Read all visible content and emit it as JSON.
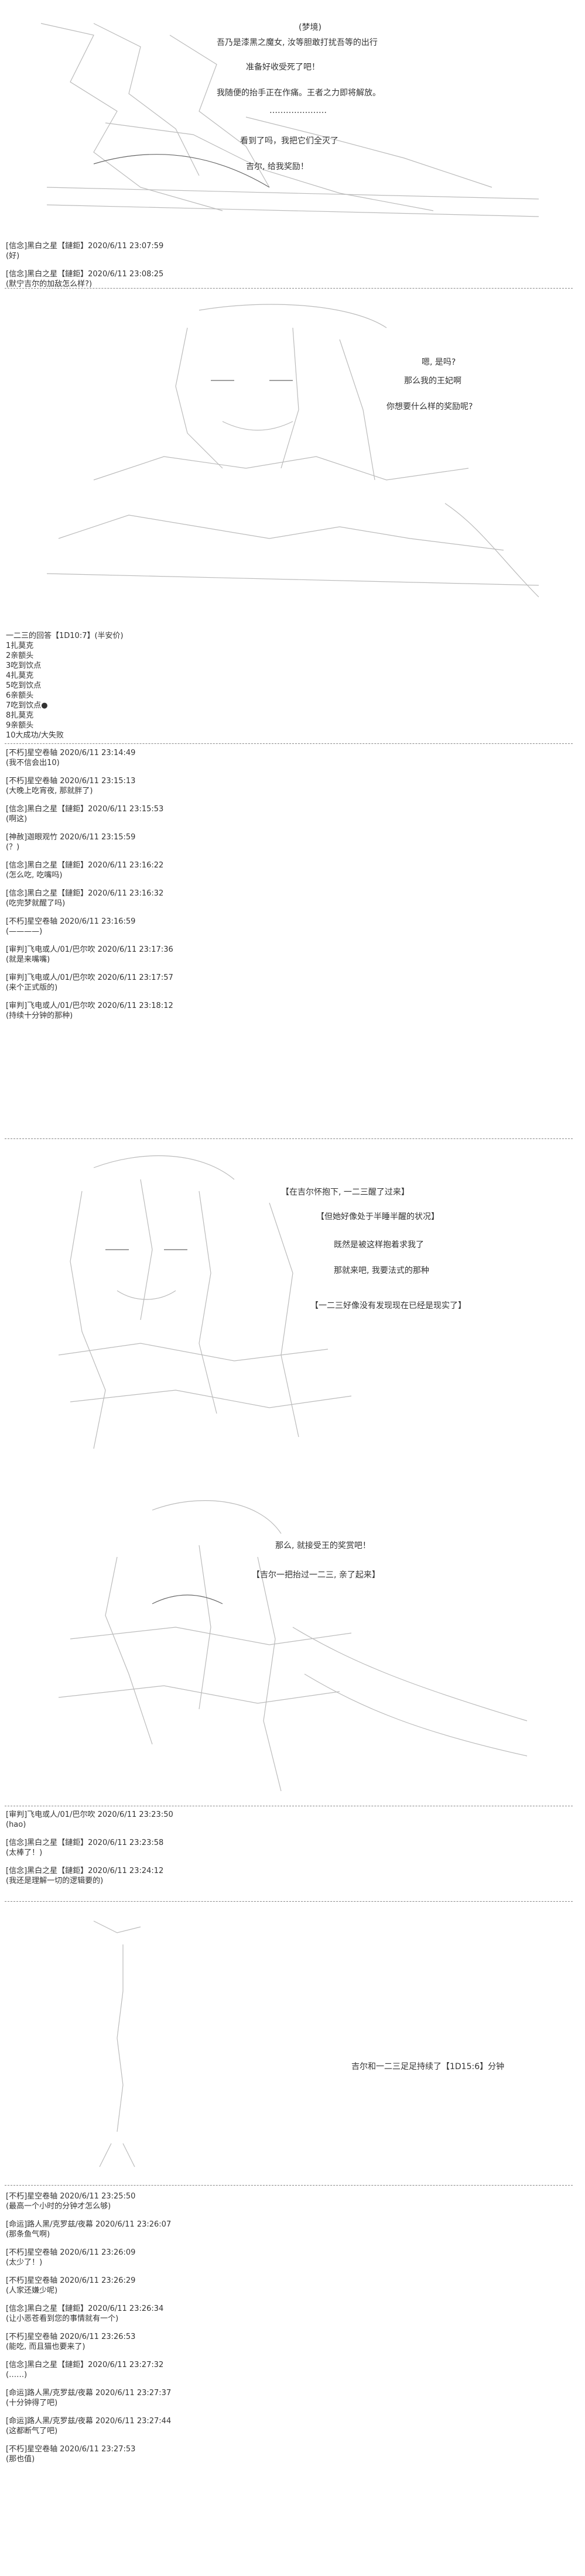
{
  "scene1": {
    "dialogue": [
      "(梦境)",
      "吾乃是漆黑之魔女, 汝等胆敢打扰吾等的出行",
      "准备好收受死了吧！",
      "我随便的抬手正在作痛。王者之力即将解放。",
      "…………………",
      "看到了吗，我把它们全灭了",
      "吉尔, 给我奖励！"
    ]
  },
  "comments1": [
    {
      "meta": "[信念]黑白之星【鏈鉅】2020/6/11 23:07:59",
      "body": "(好)"
    },
    {
      "meta": "[信念]黑白之星【鏈鉅】2020/6/11 23:08:25",
      "body": "(默宁吉尔的加敌怎么样?)"
    }
  ],
  "scene2": {
    "dialogue": [
      "嗯, 是吗?",
      "那么我的王妃啊",
      "你想要什么样的奖励呢?"
    ]
  },
  "menu": {
    "title": "一二三的回答【1D10:7】(半安价)",
    "items": [
      "1扎莫克",
      "2亲额头",
      "3吃到饮点",
      "4扎莫克",
      "5吃到饮点",
      "6亲额头",
      "7吃到饮点●",
      "8扎莫克",
      "9亲额头",
      "10大成功/大失败"
    ]
  },
  "comments2": [
    {
      "meta": "[不朽]星空卷轴 2020/6/11 23:14:49",
      "body": "(我不信会出10)"
    },
    {
      "meta": "[不朽]星空卷轴 2020/6/11 23:15:13",
      "body": "(大晚上吃宵夜, 那就胖了)"
    },
    {
      "meta": "[信念]黑白之星【鏈鉅】2020/6/11 23:15:53",
      "body": "(啊这)"
    },
    {
      "meta": "[神赦]迦眼观竹 2020/6/11 23:15:59",
      "body": "(？)"
    },
    {
      "meta": "[信念]黑白之星【鏈鉅】2020/6/11 23:16:22",
      "body": "(怎么吃, 吃嘴吗)"
    },
    {
      "meta": "[信念]黑白之星【鏈鉅】2020/6/11 23:16:32",
      "body": "(吃完梦就醒了吗)"
    },
    {
      "meta": "[不朽]星空卷轴 2020/6/11 23:16:59",
      "body": "(————)"
    },
    {
      "meta": "[审判]飞电或人/01/巴尔吹 2020/6/11 23:17:36",
      "body": "(就是来嘴嘴)"
    },
    {
      "meta": "[审判]飞电或人/01/巴尔吹 2020/6/11 23:17:57",
      "body": "(来个正式版的)"
    },
    {
      "meta": "[审判]飞电或人/01/巴尔吹 2020/6/11 23:18:12",
      "body": "(持续十分钟的那种)"
    }
  ],
  "scene3": {
    "dialogue": [
      "【在吉尔怀抱下, 一二三醒了过来】",
      "【但她好像处于半睡半醒的状况】",
      "既然是被这样抱着求我了",
      "那就来吧, 我要法式的那种",
      "【一二三好像没有发现现在已经是现实了】"
    ]
  },
  "scene4": {
    "dialogue": [
      "那么, 就接受王的奖赏吧！",
      "【吉尔一把抬过一二三, 亲了起来】"
    ]
  },
  "comments3": [
    {
      "meta": "[审判]飞电或人/01/巴尔吹 2020/6/11 23:23:50",
      "body": "(hao)"
    },
    {
      "meta": "[信念]黑白之星【鏈鉅】2020/6/11 23:23:58",
      "body": "(太棒了！)"
    },
    {
      "meta": "[信念]黑白之星【鏈鉅】2020/6/11 23:24:12",
      "body": "(我还是理解一切的逻辑要的)"
    }
  ],
  "scene5": {
    "dialogue": [
      "吉尔和一二三足足持续了【1D15:6】分钟"
    ]
  },
  "comments4": [
    {
      "meta": "[不朽]星空卷轴 2020/6/11 23:25:50",
      "body": "(最高一个小时的分钟才怎么够)"
    },
    {
      "meta": "[命运]路人黑/克罗兹/夜幕 2020/6/11 23:26:07",
      "body": "(那条鱼气啊)"
    },
    {
      "meta": "[不朽]星空卷轴 2020/6/11 23:26:09",
      "body": "(太少了！)"
    },
    {
      "meta": "[不朽]星空卷轴 2020/6/11 23:26:29",
      "body": "(人家还嫌少呢)"
    },
    {
      "meta": "[信念]黑白之星【鏈鉅】2020/6/11 23:26:34",
      "body": "(让小恶苍看到您的事情就有一个)"
    },
    {
      "meta": "[不朽]星空卷轴 2020/6/11 23:26:53",
      "body": "(能吃, 而且猫也要来了)"
    },
    {
      "meta": "[信念]黑白之星【鏈鉅】2020/6/11 23:27:32",
      "body": "(……)"
    },
    {
      "meta": "[命运]路人黑/克罗兹/夜幕 2020/6/11 23:27:37",
      "body": "(十分钟得了吧)"
    },
    {
      "meta": "[命运]路人黑/克罗兹/夜幕 2020/6/11 23:27:44",
      "body": "(这都断气了吧)"
    },
    {
      "meta": "[不朽]星空卷轴 2020/6/11 23:27:53",
      "body": "(那也值)"
    }
  ]
}
